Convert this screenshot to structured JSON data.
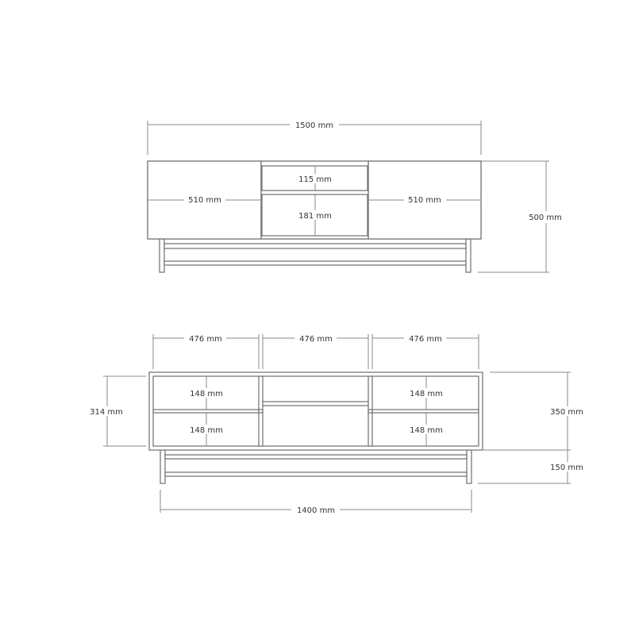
{
  "front_view": {
    "overall_width": "1500 mm",
    "overall_height": "500 mm",
    "left_door_width": "510 mm",
    "right_door_width": "510 mm",
    "upper_drawer_height": "115 mm",
    "lower_drawer_height": "181 mm"
  },
  "open_view": {
    "compartment_widths": [
      "476 mm",
      "476 mm",
      "476 mm"
    ],
    "inner_height": "314 mm",
    "body_height": "350 mm",
    "leg_height": "150 mm",
    "leg_span": "1400 mm",
    "left_shelf_upper": "148 mm",
    "left_shelf_lower": "148 mm",
    "right_shelf_upper": "148 mm",
    "right_shelf_lower": "148 mm"
  },
  "colors": {
    "line": "#6e6e6e",
    "dimension": "#8a8a8a",
    "text": "#333333"
  }
}
